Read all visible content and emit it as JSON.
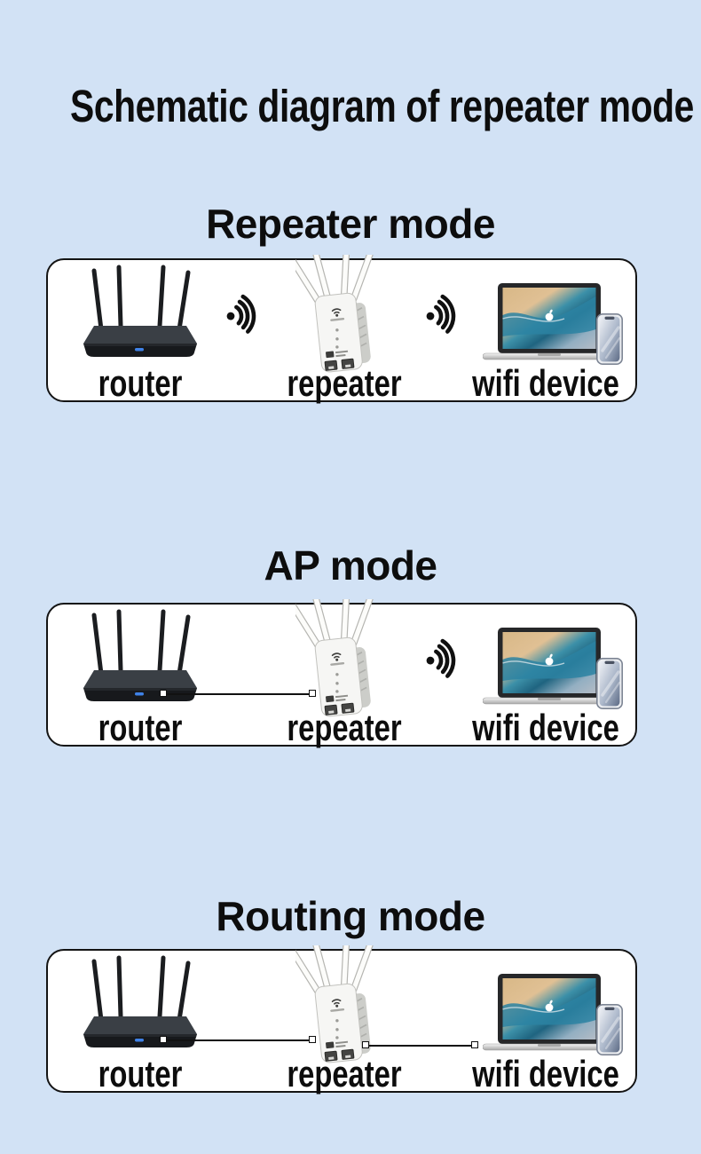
{
  "page": {
    "title": "Schematic diagram of repeater mode",
    "background_color": "#d2e2f5",
    "box_background": "#ffffff",
    "box_border_color": "#141414",
    "text_color": "#0d0d0d"
  },
  "sections": [
    {
      "id": "repeater-mode",
      "title": "Repeater mode",
      "connections": [
        "wifi",
        "wifi"
      ]
    },
    {
      "id": "ap-mode",
      "title": "AP mode",
      "connections": [
        "wire",
        "wifi"
      ]
    },
    {
      "id": "routing-mode",
      "title": "Routing mode",
      "connections": [
        "wire",
        "wire"
      ]
    }
  ],
  "device_labels": {
    "router": "router",
    "repeater": "repeater",
    "wifi_device": "wifi device"
  },
  "icons": {
    "wifi": "wifi-signal-icon",
    "wire": "ethernet-cable-connector",
    "router": "router-illustration",
    "repeater": "repeater-illustration",
    "laptop": "laptop-illustration",
    "phone": "smartphone-illustration"
  },
  "colors": {
    "router_body_top": "#3a3f45",
    "router_body_front": "#17191c",
    "router_led": "#3f82e8",
    "repeater_body": "#f6f6f4",
    "repeater_side": "#cccdc9",
    "wifi_icon": "#101010",
    "laptop_bezel": "#262729",
    "laptop_base": "#d9d9d9",
    "ocean_teal": "#2c83a2",
    "ocean_sand": "#e0bd8c",
    "phone_frame": "#7d8594"
  }
}
